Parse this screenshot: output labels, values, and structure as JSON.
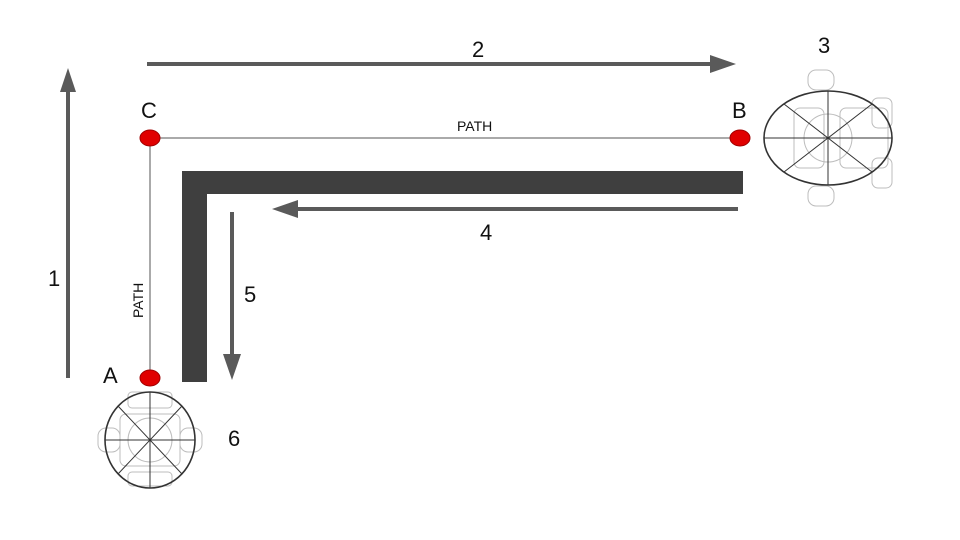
{
  "colors": {
    "arrow": "#5a5a5a",
    "wall": "#3f3f3f",
    "point": "#e00000",
    "path_line": "#555555",
    "robot_outline": "#333333"
  },
  "points": {
    "a": "A",
    "b": "B",
    "c": "C"
  },
  "paths": {
    "top_label": "PATH",
    "left_label": "PATH"
  },
  "steps": {
    "s1": "1",
    "s2": "2",
    "s3": "3",
    "s4": "4",
    "s5": "5",
    "s6": "6"
  },
  "icons": {
    "robot_start": "robot-top-view-icon",
    "robot_end": "robot-top-view-icon"
  }
}
